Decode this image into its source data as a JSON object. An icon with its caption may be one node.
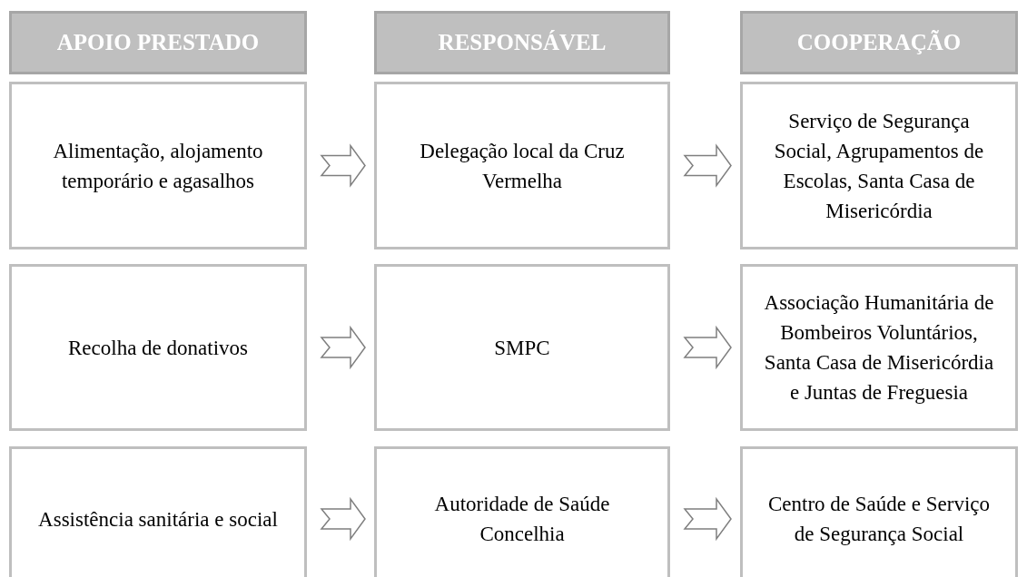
{
  "diagram": {
    "nodes": [
      {
        "text": [
          "APOIO PRESTADO"
        ]
      },
      {
        "text": [
          "RESPONSÁVEL"
        ]
      },
      {
        "text": [
          "COOPERAÇÃO"
        ]
      },
      {
        "text": [
          "Alimentação, alojamento temporário e agasalhos"
        ]
      },
      {
        "text": [
          "Delegação local da Cruz Vermelha"
        ]
      },
      {
        "text": [
          "Serviço de Segurança Social, Agrupamentos de Escolas, Santa Casa de Misericórdia"
        ]
      },
      {
        "text": [
          "Recolha de donativos"
        ]
      },
      {
        "text": [
          "SMPC"
        ]
      },
      {
        "text": [
          "Associação Humanitária de Bombeiros Voluntários, Santa Casa de Misericórdia e Juntas de Freguesia"
        ]
      },
      {
        "text": [
          "Assistência sanitária e social"
        ]
      },
      {
        "text": [
          "Autoridade de Saúde Concelhia"
        ]
      },
      {
        "text": [
          "Centro de Saúde e Serviço de Segurança Social"
        ]
      }
    ],
    "edges": [
      {
        "from": 3,
        "to": 4,
        "arrow": "to"
      },
      {
        "from": 4,
        "to": 5,
        "arrow": "to"
      },
      {
        "from": 6,
        "to": 7,
        "arrow": "to"
      },
      {
        "from": 7,
        "to": 8,
        "arrow": "to"
      },
      {
        "from": 9,
        "to": 10,
        "arrow": "to"
      },
      {
        "from": 10,
        "to": 11,
        "arrow": "to"
      }
    ]
  }
}
